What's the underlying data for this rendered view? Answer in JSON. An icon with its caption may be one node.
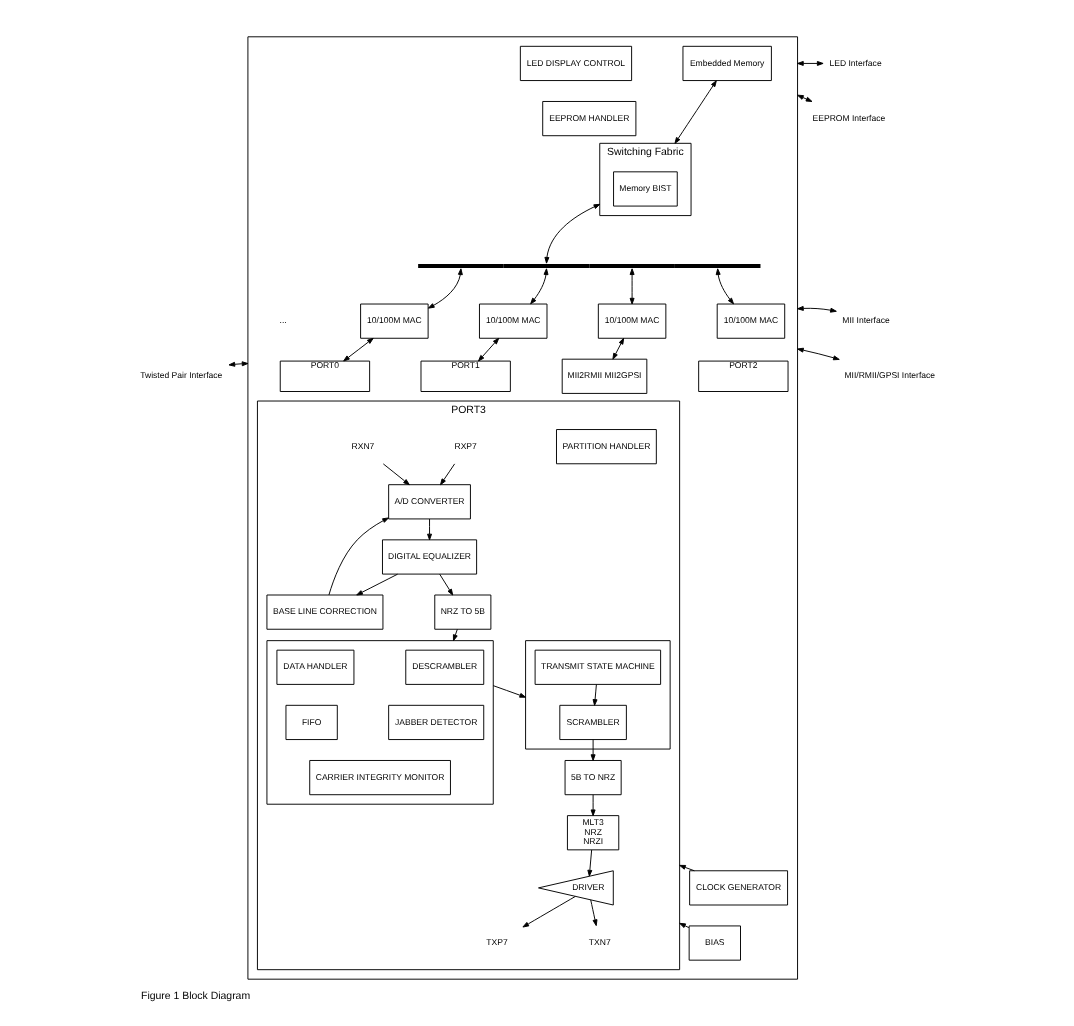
{
  "diagram": {
    "caption": "Figure 1 Block Diagram",
    "nodes": [
      {
        "text": [],
        "shape": "box"
      },
      {
        "text": [
          "Embedded Memory"
        ],
        "in": 0
      },
      {
        "text": [
          "LED DISPLAY CONTROL"
        ],
        "in": 0
      },
      {
        "text": [
          "Switching Fabric"
        ],
        "in": 0
      },
      {
        "text": [
          "Memory BIST"
        ],
        "in": 3
      },
      {
        "text": [
          "EEPROM HANDLER"
        ],
        "in": 0
      },
      {
        "text": [],
        "shape": "bar",
        "in": 0
      },
      {
        "text": [
          "10/100M MAC"
        ],
        "in": 0
      },
      {
        "text": [
          "10/100M MAC"
        ],
        "in": 0
      },
      {
        "text": [
          "10/100M MAC"
        ],
        "in": 0
      },
      {
        "text": [
          "10/100M MAC"
        ],
        "in": 0
      },
      {
        "text": [
          "MII2RMII MII2GPSI"
        ],
        "in": 0
      },
      {
        "text": [
          "PORT0"
        ],
        "in": 0
      },
      {
        "text": [
          "PORT1"
        ],
        "in": 0
      },
      {
        "text": [
          "PORT2"
        ],
        "in": 0
      },
      {
        "text": [
          "PORT3"
        ],
        "in": 0
      },
      {
        "text": [
          "BASE LINE CORRECTION"
        ],
        "in": 15
      },
      {
        "text": [
          "A/D CONVERTER"
        ],
        "in": 15
      },
      {
        "text": [
          "DIGITAL EQUALIZER"
        ],
        "in": 15
      },
      {
        "text": [
          "NRZ TO 5B"
        ],
        "in": 15
      },
      {
        "text": [],
        "shape": "box",
        "in": 15
      },
      {
        "text": [
          "DESCRAMBLER"
        ],
        "in": 20
      },
      {
        "text": [
          "FIFO"
        ],
        "in": 20
      },
      {
        "text": [
          "JABBER DETECTOR"
        ],
        "in": 20
      },
      {
        "text": [
          "DATA HANDLER"
        ],
        "in": 20
      },
      {
        "text": [
          "CARRIER INTEGRITY MONITOR"
        ],
        "in": 20
      },
      {
        "text": [
          "PARTITION HANDLER"
        ],
        "in": 15
      },
      {
        "text": [],
        "shape": "box",
        "in": 15
      },
      {
        "text": [
          "SCRAMBLER"
        ],
        "in": 27
      },
      {
        "text": [
          "TRANSMIT STATE MACHINE"
        ],
        "in": 27
      },
      {
        "text": [
          "5B TO NRZ"
        ],
        "in": 15
      },
      {
        "text": [
          "MLT3",
          "NRZ",
          "NRZI"
        ],
        "in": 15
      },
      {
        "text": [
          "DRIVER"
        ],
        "in": 15
      },
      {
        "text": [
          "BIAS"
        ],
        "in": 0
      },
      {
        "text": [
          "CLOCK GENERATOR"
        ],
        "in": 0
      },
      {
        "text": [
          "LED Interface"
        ]
      },
      {
        "text": [
          "EEPROM Interface"
        ]
      },
      {
        "text": [
          "MII Interface"
        ]
      },
      {
        "text": [
          "MII/RMII/GPSI Interface"
        ]
      },
      {
        "text": [
          "Twisted Pair Interface"
        ]
      },
      {
        "text": [
          "RXP7"
        ],
        "in": 15
      },
      {
        "text": [
          "RXN7"
        ],
        "in": 15
      },
      {
        "text": [
          "TXP7"
        ],
        "in": 15
      },
      {
        "text": [
          "TXN7"
        ],
        "in": 15
      }
    ],
    "edges": [
      {
        "from": 1,
        "to": 3,
        "arrow": "both"
      },
      {
        "from": 3,
        "to": 6,
        "arrow": "both"
      },
      {
        "from": 6,
        "to": 7,
        "arrow": "both"
      },
      {
        "from": 6,
        "to": 8,
        "arrow": "both"
      },
      {
        "from": 6,
        "to": 9,
        "arrow": "both"
      },
      {
        "from": 6,
        "to": 10,
        "arrow": "both"
      },
      {
        "from": 9,
        "to": 11,
        "arrow": "both"
      },
      {
        "from": 7,
        "to": 12,
        "arrow": "both"
      },
      {
        "from": 8,
        "to": 13,
        "arrow": "both"
      },
      {
        "from": 0,
        "to": 35,
        "arrow": "both"
      },
      {
        "from": 0,
        "to": 36,
        "arrow": "both"
      },
      {
        "from": 0,
        "to": 37,
        "arrow": "both"
      },
      {
        "from": 0,
        "to": 38,
        "arrow": "both"
      },
      {
        "from": 39,
        "to": 0,
        "arrow": "both"
      },
      {
        "from": 40,
        "to": 17,
        "arrow": "to"
      },
      {
        "from": 41,
        "to": 17,
        "arrow": "to"
      },
      {
        "from": 17,
        "to": 18,
        "arrow": "to"
      },
      {
        "from": 18,
        "to": 16,
        "arrow": "to"
      },
      {
        "from": 16,
        "to": 17,
        "arrow": "to"
      },
      {
        "from": 18,
        "to": 19,
        "arrow": "to"
      },
      {
        "from": 19,
        "to": 20,
        "arrow": "to"
      },
      {
        "from": 20,
        "to": 27,
        "arrow": "to"
      },
      {
        "from": 29,
        "to": 28,
        "arrow": "to"
      },
      {
        "from": 28,
        "to": 30,
        "arrow": "to"
      },
      {
        "from": 30,
        "to": 31,
        "arrow": "to"
      },
      {
        "from": 31,
        "to": 32,
        "arrow": "to"
      },
      {
        "from": 32,
        "to": 42,
        "arrow": "to"
      },
      {
        "from": 32,
        "to": 43,
        "arrow": "to"
      },
      {
        "from": 33,
        "to": 15,
        "arrow": "to"
      },
      {
        "from": 34,
        "to": 15,
        "arrow": "to"
      }
    ],
    "labels": [
      "..."
    ]
  }
}
